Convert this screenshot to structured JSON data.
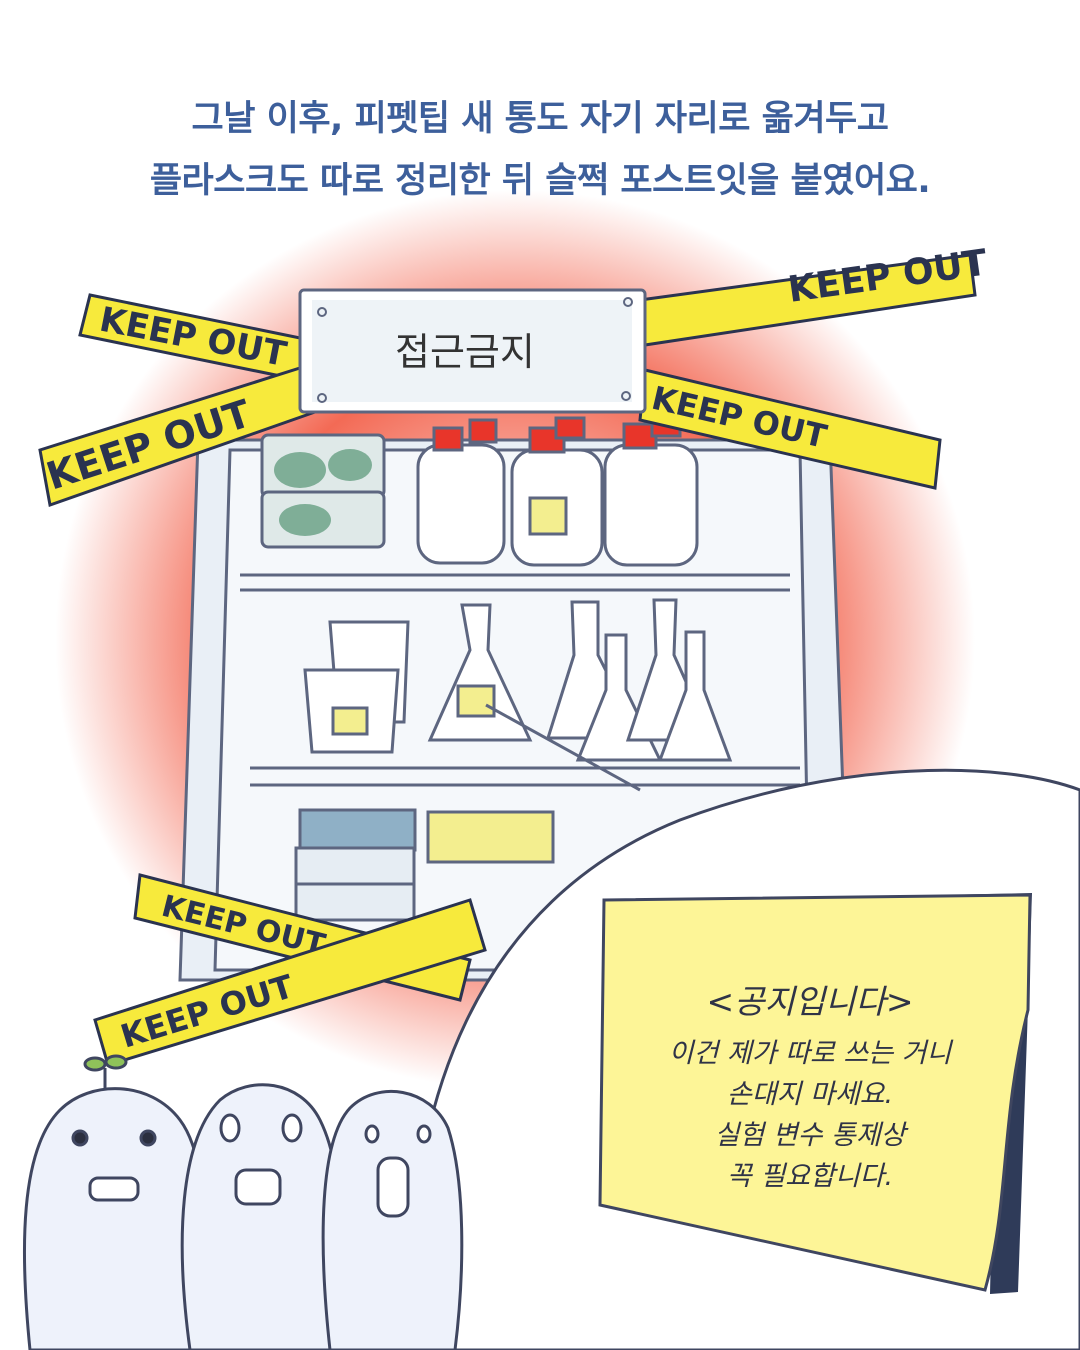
{
  "caption": {
    "line1": "그날 이후, 피펫팁 새 통도 자기 자리로 옮겨두고",
    "line2": "플라스크도 따로 정리한 뒤 슬쩍 포스트잇을 붙였어요."
  },
  "sign": {
    "label": "접근금지"
  },
  "tape": {
    "label": "KEEP OUT"
  },
  "note": {
    "title": "<공지입니다>",
    "lines": [
      "이건 제가 따로 쓰는 거니",
      "손대지 마세요.",
      "실험 변수 통제상",
      "꼭 필요합니다."
    ]
  },
  "colors": {
    "caption": "#3d5f9b",
    "glow": "#f36a55",
    "tape": "#f7ea3c",
    "note": "#fdf597",
    "cap": "#e8352a"
  }
}
